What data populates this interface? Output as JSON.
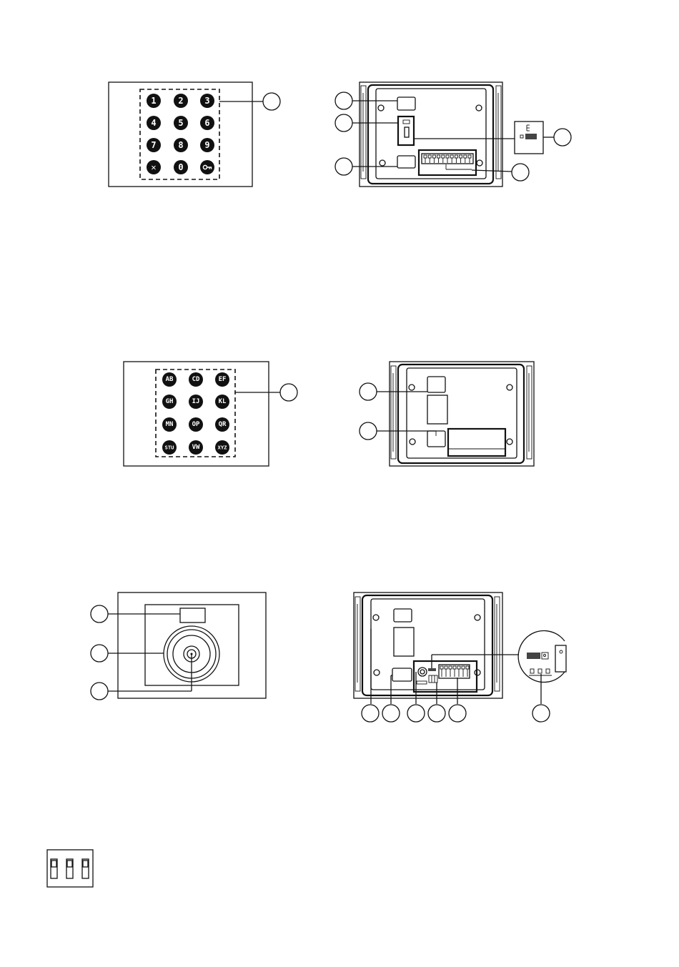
{
  "keypad_numeric": {
    "keys": [
      "1",
      "2",
      "3",
      "4",
      "5",
      "6",
      "7",
      "8",
      "9",
      "✕",
      "0",
      "key-icon"
    ]
  },
  "keypad_alpha": {
    "keys": [
      "AB",
      "CD",
      "EF",
      "GH",
      "IJ",
      "KL",
      "MN",
      "OP",
      "QR",
      "STU",
      "VW",
      "XYZ"
    ]
  },
  "colors": {
    "line": "#111111",
    "background": "#ffffff"
  }
}
